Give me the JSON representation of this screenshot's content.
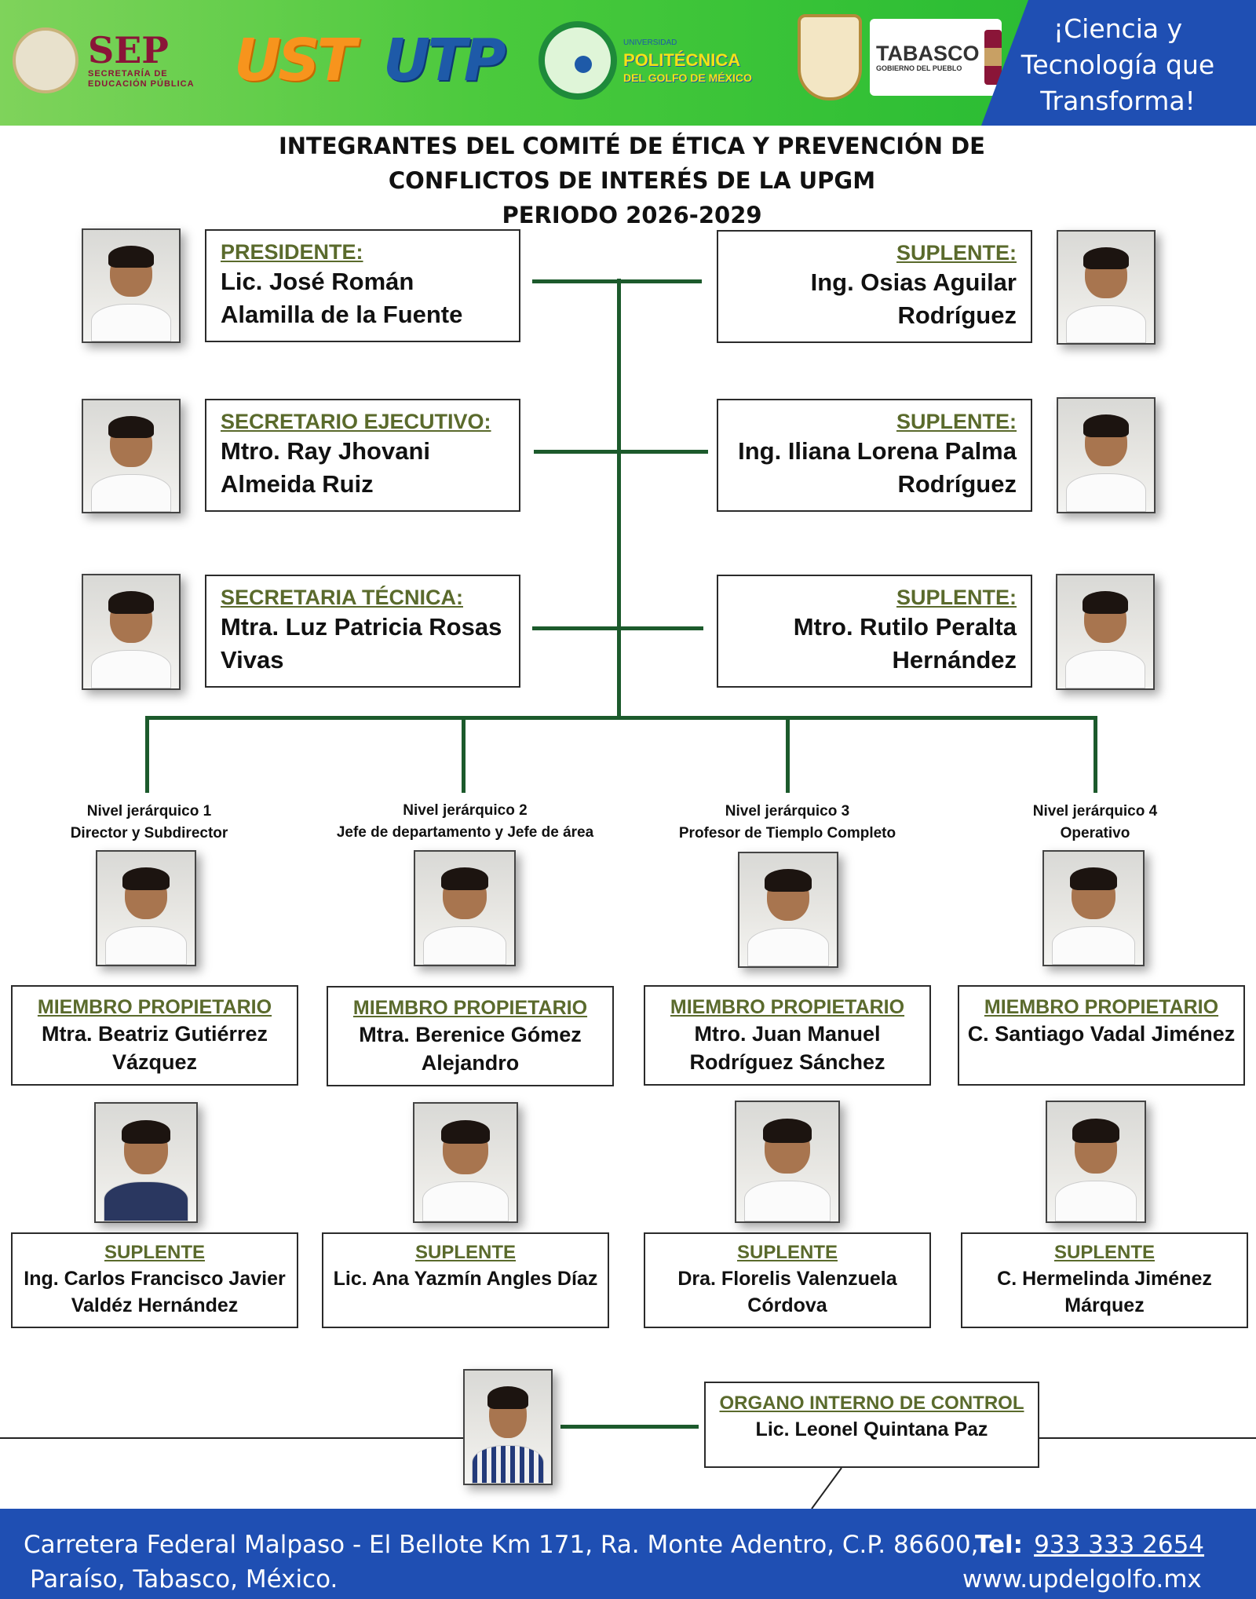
{
  "header": {
    "sep_title": "SEP",
    "sep_subtitle_1": "SECRETARÍA DE",
    "sep_subtitle_2": "EDUCACIÓN PÚBLICA",
    "ust_logo": "UST",
    "utp_logo": "UTP",
    "upg_line1": "UNIVERSIDAD",
    "upg_line2": "POLITÉCNICA",
    "upg_line3": "DEL GOLFO DE MÉXICO",
    "tabasco_title": "TABASCO",
    "tabasco_subtitle": "GOBIERNO DEL PUEBLO",
    "slogan": "¡Ciencia y Tecnología que Transforma!"
  },
  "title": {
    "line1": "INTEGRANTES DEL COMITÉ DE ÉTICA Y PREVENCIÓN DE",
    "line2": "CONFLICTOS DE INTERÉS DE LA UPGM",
    "line3": "PERIODO 2026-2029"
  },
  "executive": [
    {
      "role": "PRESIDENTE:",
      "name": "Lic. José Román Alamilla de la Fuente",
      "suplente_role": "SUPLENTE:",
      "suplente_name": "Ing. Osias Aguilar Rodríguez"
    },
    {
      "role": "SECRETARIO EJECUTIVO:",
      "name": "Mtro. Ray Jhovani Almeida Ruiz",
      "suplente_role": "SUPLENTE:",
      "suplente_name": "Ing. Iliana Lorena Palma Rodríguez"
    },
    {
      "role": "SECRETARIA TÉCNICA:",
      "name": "Mtra. Luz Patricia Rosas Vivas",
      "suplente_role": "SUPLENTE:",
      "suplente_name": "Mtro. Rutilo Peralta Hernández"
    }
  ],
  "levels": [
    {
      "level": "Nivel jerárquico 1",
      "description": "Director y Subdirector",
      "member_role": "MIEMBRO PROPIETARIO",
      "member_name": "Mtra. Beatriz Gutiérrez Vázquez",
      "suplente_role": "SUPLENTE",
      "suplente_name": "Ing. Carlos Francisco Javier Valdéz Hernández"
    },
    {
      "level": "Nivel jerárquico 2",
      "description": "Jefe de departamento y Jefe de área",
      "member_role": "MIEMBRO PROPIETARIO",
      "member_name": "Mtra. Berenice Gómez Alejandro",
      "suplente_role": "SUPLENTE",
      "suplente_name": "Lic. Ana Yazmín Angles Díaz"
    },
    {
      "level": "Nivel jerárquico 3",
      "description": "Profesor de Tiemplo Completo",
      "member_role": "MIEMBRO PROPIETARIO",
      "member_name": "Mtro. Juan Manuel Rodríguez Sánchez",
      "suplente_role": "SUPLENTE",
      "suplente_name": "Dra. Florelis Valenzuela Córdova"
    },
    {
      "level": "Nivel jerárquico 4",
      "description": "Operativo",
      "member_role": "MIEMBRO PROPIETARIO",
      "member_name": "C. Santiago Vadal Jiménez",
      "suplente_role": "SUPLENTE",
      "suplente_name": "C. Hermelinda Jiménez Márquez"
    }
  ],
  "oic": {
    "role": "ORGANO INTERNO DE CONTROL",
    "name": "Lic. Leonel Quintana Paz"
  },
  "footer": {
    "address_line1": "Carretera Federal Malpaso - El Bellote Km 171, Ra. Monte Adentro, C.P. 86600,",
    "address_line2": "Paraíso, Tabasco, México.",
    "tel_label": "Tel:",
    "tel_number": "933 333 2654",
    "website": "www.updelgolfo.mx"
  },
  "colors": {
    "header_green": "#2fbf35",
    "footer_blue": "#1f4fb3",
    "role_olive": "#5a6a2c",
    "line_green": "#1c5a2c"
  }
}
